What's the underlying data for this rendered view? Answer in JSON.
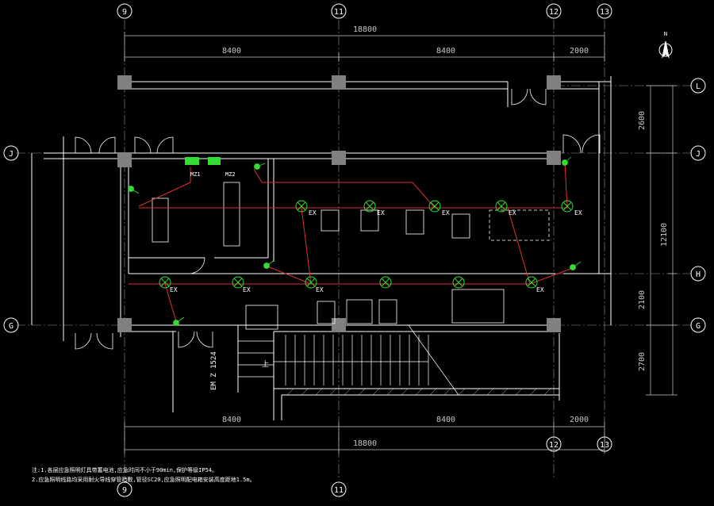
{
  "plan": {
    "axes": {
      "vertical": [
        "9",
        "11",
        "12",
        "13"
      ],
      "horizontal": [
        "L",
        "J",
        "H",
        "G"
      ]
    },
    "dimensions": {
      "top_total": "18800",
      "top_segments": [
        "8400",
        "8400",
        "2000"
      ],
      "bottom_total": "18800",
      "bottom_segments": [
        "8400",
        "8400",
        "2000"
      ],
      "right_segments": [
        "2600",
        "12100",
        "2100",
        "2700"
      ]
    },
    "north_label": "N",
    "fixture_label": "EX",
    "stair_label": "上",
    "elevation_label": "EM Z 1524",
    "panel_labels": [
      "MZ1",
      "MZ2"
    ],
    "notes": [
      "注:1.各层应急照明灯具带蓄电池,应急时间不小于90min,保护等级IP54。",
      "2.应急照明线路均采用耐火导线穿管暗敷,管径SC20,应急照明配电箱安装高度距地1.5m。"
    ]
  },
  "colors": {
    "background": "#000000",
    "lines": "#ffffff",
    "circuit": "#e03030",
    "fixture": "#33dd33",
    "column": "#808080",
    "dimension": "#c8c8c8"
  }
}
